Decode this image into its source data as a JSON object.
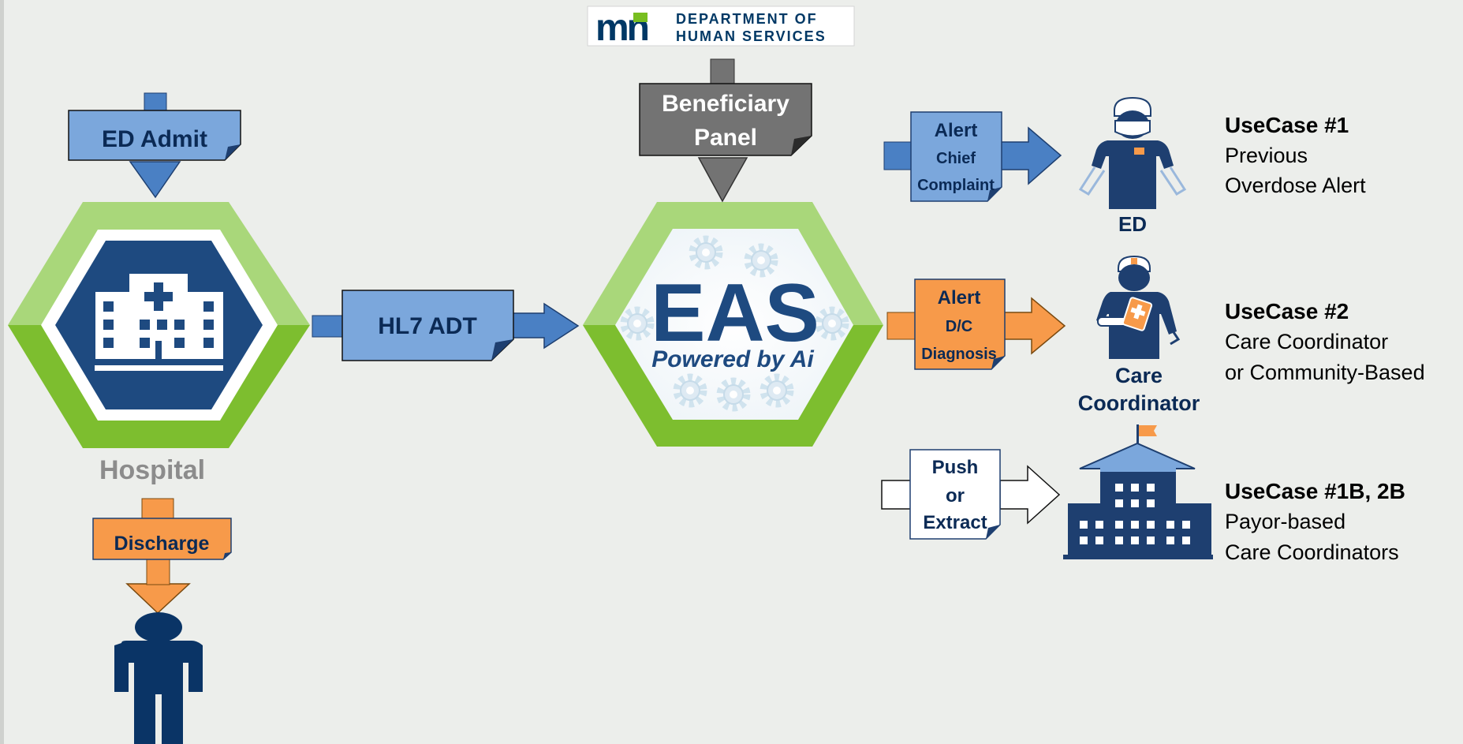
{
  "logo": {
    "mark": "mn",
    "line1": "DEPARTMENT OF",
    "line2": "HUMAN SERVICES"
  },
  "inputs": {
    "ed_admit": "ED Admit",
    "hl7_adt": "HL7 ADT",
    "beneficiary_line1": "Beneficiary",
    "beneficiary_line2": "Panel",
    "discharge": "Discharge"
  },
  "hospital": {
    "label": "Hospital"
  },
  "eas": {
    "title": "EAS",
    "subtitle": "Powered by Ai"
  },
  "alerts": [
    {
      "line1": "Alert",
      "line2": "Chief",
      "line3": "Complaint"
    },
    {
      "line1": "Alert",
      "line2": "D/C",
      "line3": "Diagnosis"
    },
    {
      "line1": "Push",
      "line2": "or",
      "line3": "Extract"
    }
  ],
  "recipients": {
    "ed": "ED",
    "care_line1": "Care",
    "care_line2": "Coordinator"
  },
  "usecases": [
    {
      "title": "UseCase #1",
      "line1": "Previous",
      "line2": "Overdose Alert"
    },
    {
      "title": "UseCase #2",
      "line1": "Care Coordinator",
      "line2": "or Community-Based"
    },
    {
      "title": "UseCase #1B, 2B",
      "line1": "Payor-based",
      "line2": "Care Coordinators"
    }
  ],
  "colors": {
    "background": "#ECEEEB",
    "hex_light_green": "#A9D77A",
    "hex_dark_green": "#7DBE2F",
    "navy": "#1E3F70",
    "blue_box": "#7BA7DC",
    "blue_arrow": "#4A80C4",
    "gray_box": "#737373",
    "orange": "#F79A4A",
    "text_dark": "#0B2A55"
  }
}
